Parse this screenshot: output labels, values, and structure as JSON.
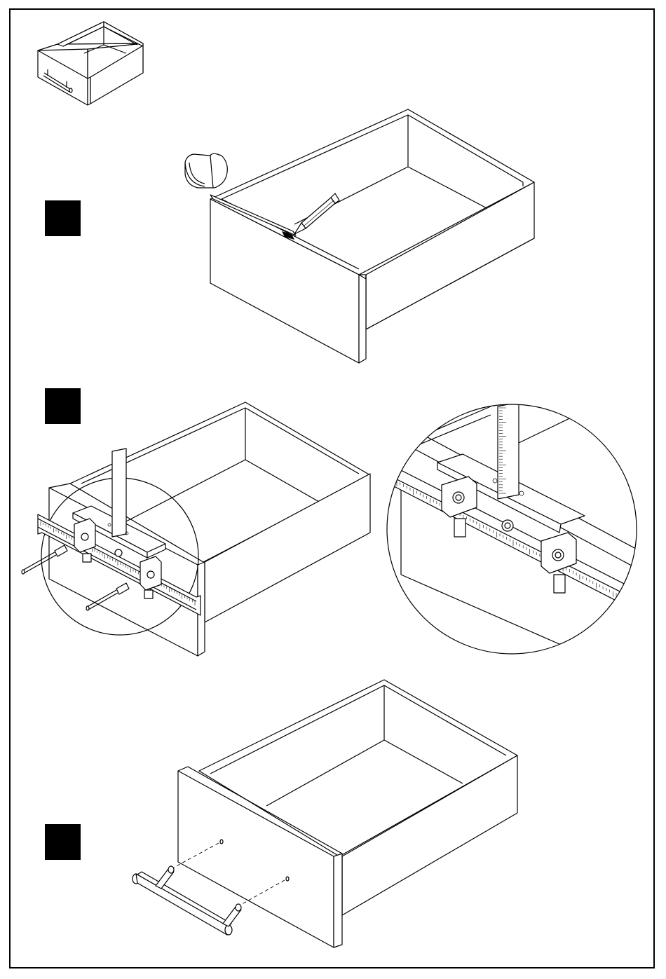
{
  "figure": {
    "steps": [
      {
        "id": "step-1",
        "marker": "solid-square"
      },
      {
        "id": "step-2",
        "marker": "solid-square"
      },
      {
        "id": "step-3",
        "marker": "solid-square"
      }
    ],
    "icons": [
      "drawer-icon",
      "tape-measure-icon",
      "pencil-icon",
      "drill-bit-icon",
      "drilling-jig-icon",
      "ruler-icon",
      "magnifier-circle",
      "handle-icon",
      "screw-hole-icon"
    ],
    "colors": {
      "line": "#000000",
      "background": "#ffffff",
      "marker": "#000000"
    }
  }
}
